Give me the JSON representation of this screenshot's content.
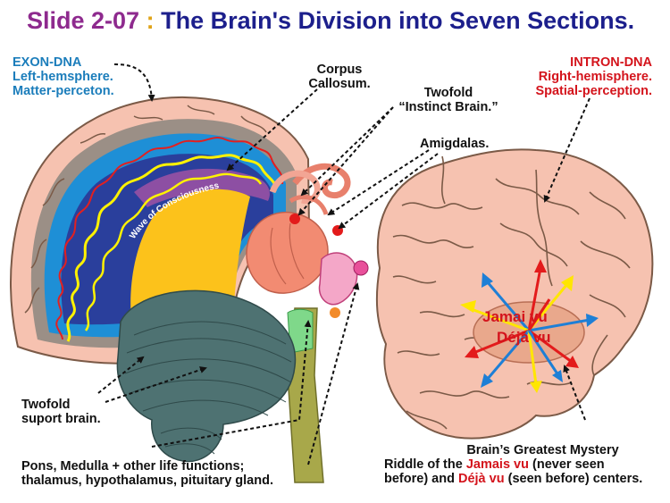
{
  "title": {
    "slide_number": "Slide 2-07",
    "separator": ":",
    "text": "The Brain's Division into Seven Sections."
  },
  "labels": {
    "exon": {
      "line1": "EXON-DNA",
      "line2": "Left-hemsphere.",
      "line3": "Matter-perceton."
    },
    "intron": {
      "line1": "INTRON-DNA",
      "line2": "Right-hemisphere.",
      "line3": "Spatial-perception."
    },
    "corpus_callosum": {
      "line1": "Corpus",
      "line2": "Callosum."
    },
    "instinct_brain": {
      "line1": "Twofold",
      "line2": "“Instinct Brain.”"
    },
    "amigdalas": "Amigdalas.",
    "wave": "Wave of Consciousness",
    "support_brain": {
      "line1": "Twofold",
      "line2": "suport brain."
    },
    "brainstem": {
      "line1": "Pons, Medulla + other life functions;",
      "line2": "thalamus, hypothalamus, pituitary gland."
    },
    "center": {
      "jamais": "Jamai vu",
      "deja": "Déjà vu"
    },
    "mystery": {
      "heading": "Brain’s Greatest Mystery",
      "line2_prefix": "Riddle of the",
      "jamais": "Jamais vu",
      "line2_suffix": "(never seen",
      "line3_prefix": "before) and",
      "deja": "Déjà vu",
      "line3_suffix": "(seen before) centers."
    }
  },
  "colors": {
    "title": "#1c1f8c",
    "slide_number": "#8e2a8e",
    "exon_text": "#1b7dbb",
    "intron_text": "#d4141c",
    "brain_pink": "#f6c2b0",
    "cerebellum": "#4e7272",
    "wave_yellow": "#fff200",
    "thalamus_yellow": "#fcc21b"
  }
}
